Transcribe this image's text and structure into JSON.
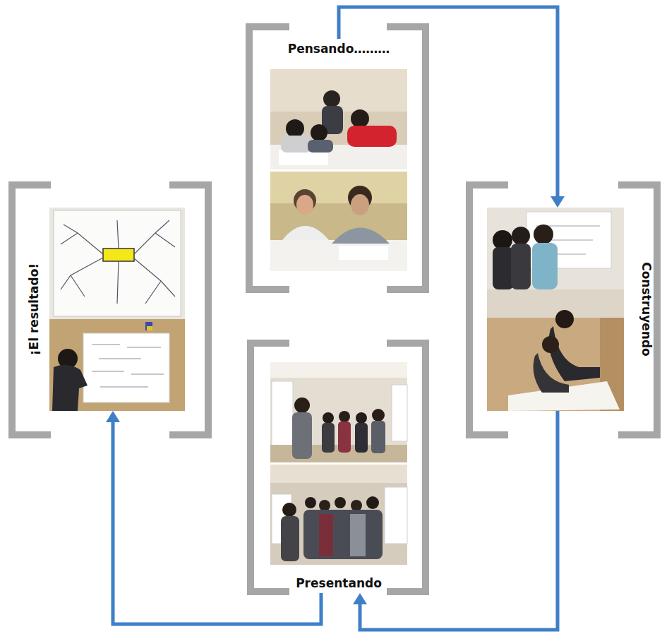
{
  "diagram": {
    "nodes": [
      {
        "text": [
          "Pensando………"
        ]
      },
      {
        "text": [
          "Construyendo"
        ]
      },
      {
        "text": [
          "Presentando"
        ]
      },
      {
        "text": [
          "¡El resultado!"
        ]
      }
    ],
    "edges": [
      {
        "from": 0,
        "to": 1,
        "arrow": "to"
      },
      {
        "from": 1,
        "to": 2,
        "arrow": "to"
      },
      {
        "from": 2,
        "to": 3,
        "arrow": "to"
      }
    ]
  }
}
